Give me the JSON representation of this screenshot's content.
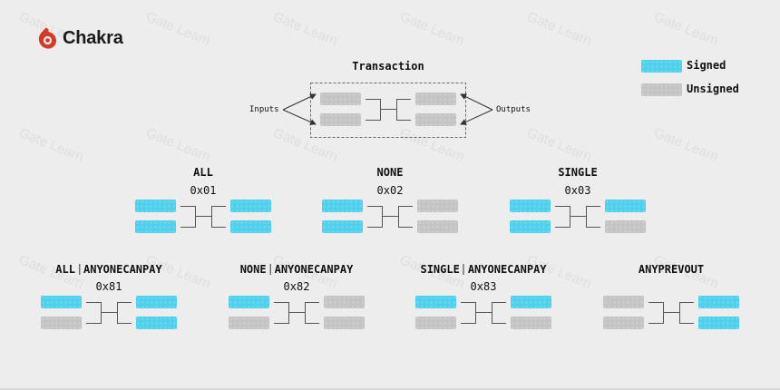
{
  "brand": {
    "name": "Chakra",
    "accent": "#d63a26"
  },
  "watermark": "Gate Learn",
  "colors": {
    "signed": "#4fd0ec",
    "unsigned": "#c4c4c4",
    "line": "#555555"
  },
  "legend": {
    "signed_label": "Signed",
    "unsigned_label": "Unsigned"
  },
  "transaction": {
    "title": "Transaction",
    "inputs_label": "Inputs",
    "outputs_label": "Outputs"
  },
  "sighash_types": [
    {
      "name": "ALL",
      "hex": "0x01",
      "inputs": [
        "signed",
        "signed"
      ],
      "outputs": [
        "signed",
        "signed"
      ]
    },
    {
      "name": "NONE",
      "hex": "0x02",
      "inputs": [
        "signed",
        "signed"
      ],
      "outputs": [
        "unsigned",
        "unsigned"
      ]
    },
    {
      "name": "SINGLE",
      "hex": "0x03",
      "inputs": [
        "signed",
        "signed"
      ],
      "outputs": [
        "signed",
        "unsigned"
      ]
    },
    {
      "name": "ALL",
      "modifier": "ANYONECANPAY",
      "hex": "0x81",
      "inputs": [
        "signed",
        "unsigned"
      ],
      "outputs": [
        "signed",
        "signed"
      ]
    },
    {
      "name": "NONE",
      "modifier": "ANYONECANPAY",
      "hex": "0x82",
      "inputs": [
        "signed",
        "unsigned"
      ],
      "outputs": [
        "unsigned",
        "unsigned"
      ]
    },
    {
      "name": "SINGLE",
      "modifier": "ANYONECANPAY",
      "hex": "0x83",
      "inputs": [
        "signed",
        "unsigned"
      ],
      "outputs": [
        "signed",
        "unsigned"
      ]
    },
    {
      "name": "ANYPREVOUT",
      "inputs": [
        "unsigned",
        "unsigned"
      ],
      "outputs": [
        "signed",
        "signed"
      ]
    }
  ]
}
